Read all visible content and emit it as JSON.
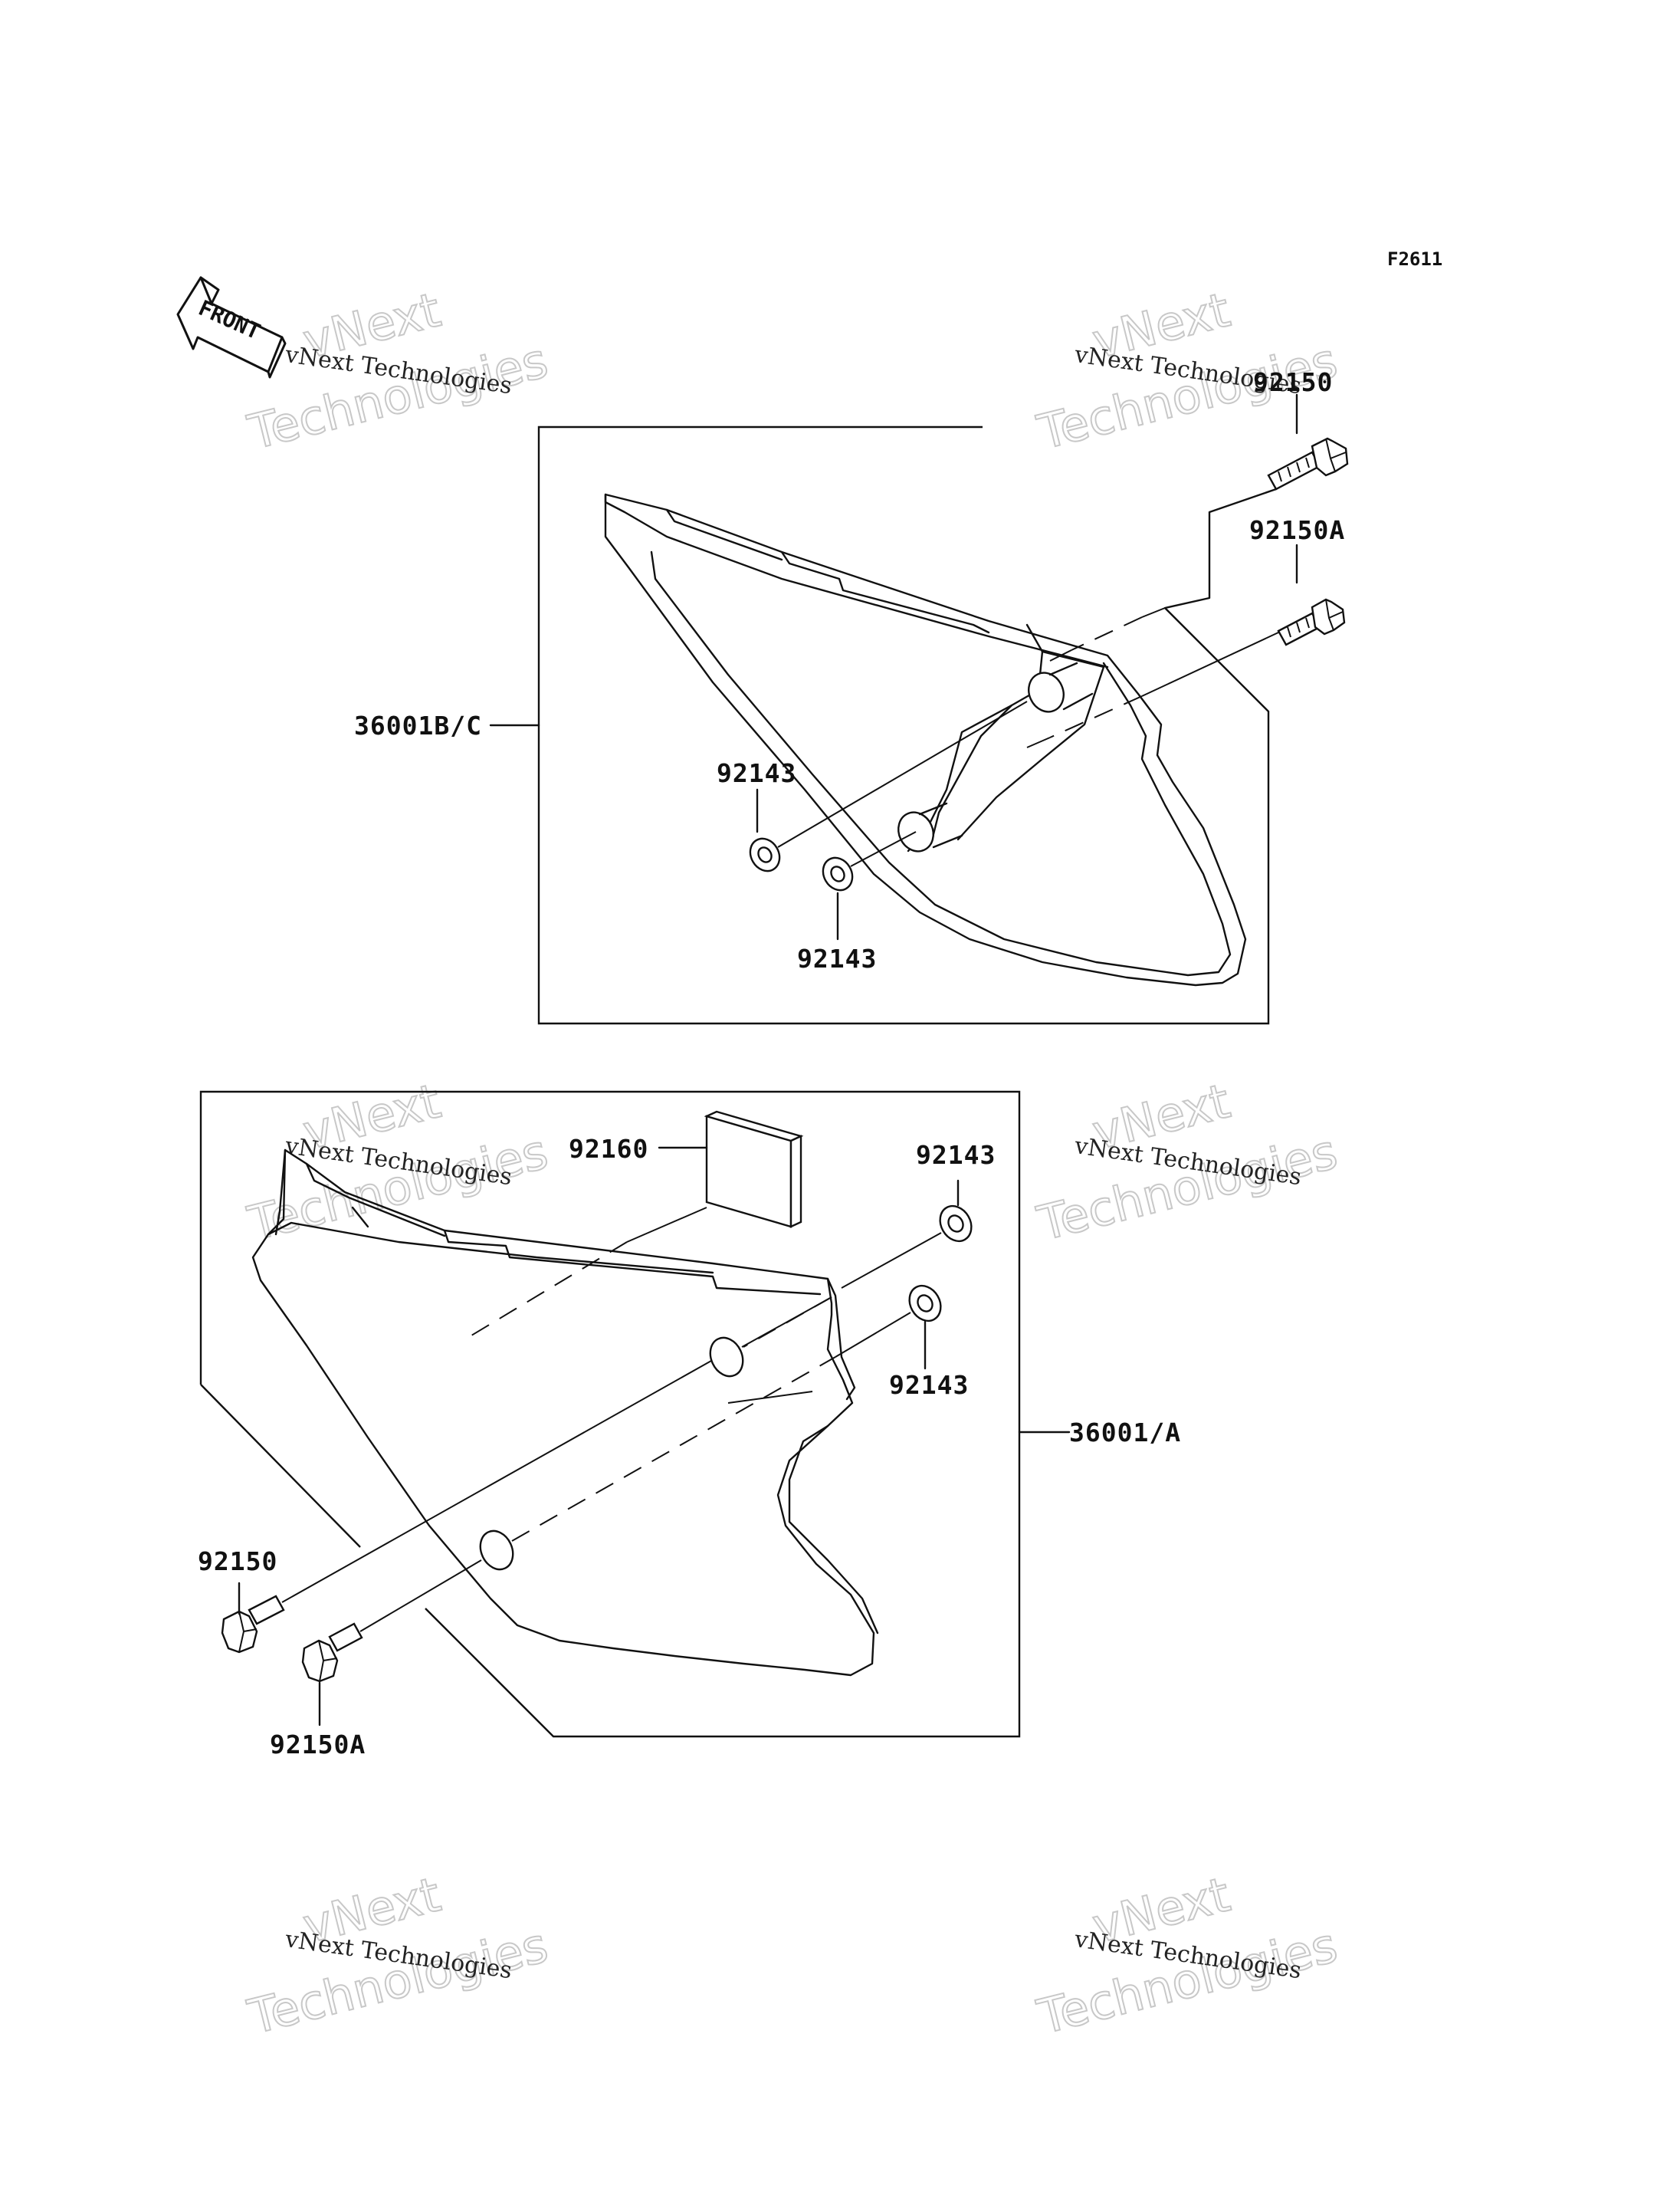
{
  "figure_code": "F2611",
  "front_marker": "FRONT",
  "watermark": {
    "line1": "vNext Technologies",
    "line2": "vNext",
    "line3": "Technologies"
  },
  "labels": {
    "bolt_upper": "92150",
    "bolt_a_upper": "92150A",
    "cover_upper": "36001B/C",
    "washer_upper_1": "92143",
    "washer_upper_2": "92143",
    "pad": "92160",
    "washer_lower_1": "92143",
    "washer_lower_2": "92143",
    "cover_lower": "36001/A",
    "bolt_lower": "92150",
    "bolt_a_lower": "92150A"
  }
}
